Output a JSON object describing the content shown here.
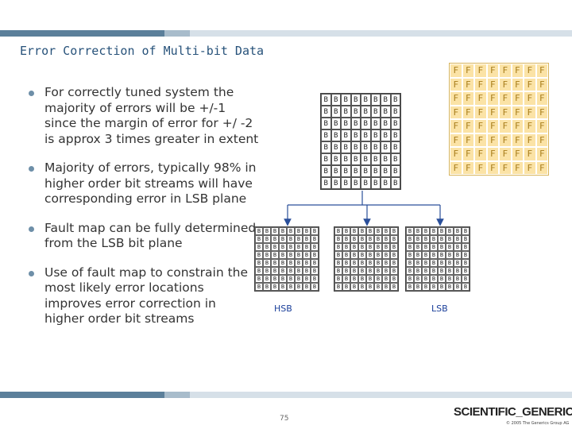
{
  "slide": {
    "title": "Error Correction of Multi-bit Data",
    "bullets": [
      "For correctly tuned system the majority of errors will be +/-1 since the margin of error for +/ -2 is approx 3 times greater in extent",
      "Majority of errors, typically 98% in higher order bit streams will have corresponding error in LSB plane",
      "Fault map can be fully determined from the LSB bit plane",
      "Use of fault map to constrain the most likely error locations improves error correction in higher order bit streams"
    ]
  },
  "diagram": {
    "fault_map": {
      "symbol": "F",
      "rows": 8,
      "cols": 8
    },
    "bit_plane_top": {
      "symbol": "B",
      "rows": 8,
      "cols": 8
    },
    "bit_planes_bottom": [
      {
        "symbol": "B",
        "rows": 8,
        "cols": 8
      },
      {
        "symbol": "B",
        "rows": 8,
        "cols": 8
      },
      {
        "symbol": "B",
        "rows": 8,
        "cols": 8
      }
    ],
    "label_hsb": "HSB",
    "label_lsb": "LSB",
    "colors": {
      "fault_fill": "#fbe3a6",
      "fault_text": "#a87d1c",
      "arrow": "#2a4f9a"
    }
  },
  "footer": {
    "page_number": "75",
    "logo_text": "SCIENTIFIC_GENERICS",
    "logo_sub": "© 2005 The Generics Group AG"
  }
}
